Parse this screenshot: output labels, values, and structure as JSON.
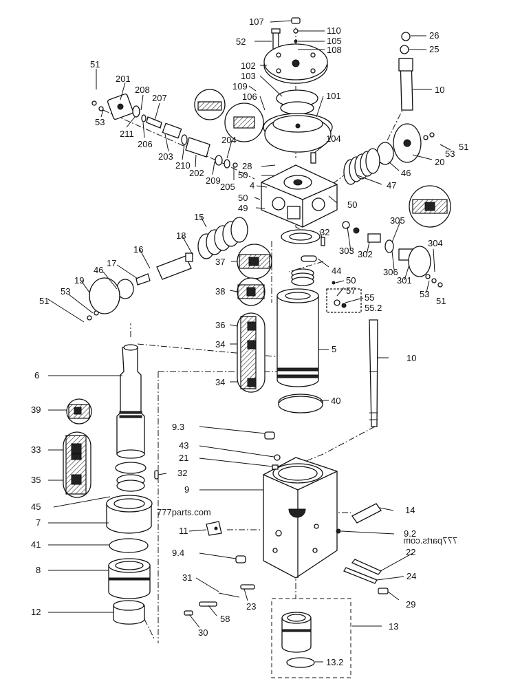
{
  "watermarks": {
    "main": "777parts.com",
    "mirrored": "777parts.com"
  },
  "labels": [
    "107",
    "110",
    "105",
    "108",
    "52",
    "102",
    "103",
    "109",
    "106",
    "101",
    "26",
    "25",
    "10",
    "51",
    "201",
    "208",
    "207",
    "53",
    "211",
    "206",
    "203",
    "210",
    "202",
    "209",
    "204",
    "205",
    "104",
    "28",
    "50",
    "4",
    "50",
    "49",
    "20",
    "53",
    "51",
    "46",
    "47",
    "50",
    "305",
    "15",
    "18",
    "32",
    "303",
    "302",
    "306",
    "301",
    "304",
    "53",
    "51",
    "16",
    "46",
    "17",
    "19",
    "37",
    "44",
    "50",
    "57",
    "55",
    "55.2",
    "38",
    "53",
    "51",
    "36",
    "34",
    "34",
    "5",
    "10",
    "6",
    "40",
    "39",
    "33",
    "35",
    "45",
    "7",
    "41",
    "8",
    "12",
    "9.3",
    "43",
    "21",
    "32",
    "9",
    "14",
    "11",
    "9.2",
    "22",
    "9.4",
    "24",
    "31",
    "23",
    "29",
    "58",
    "30",
    "13",
    "13.2"
  ]
}
